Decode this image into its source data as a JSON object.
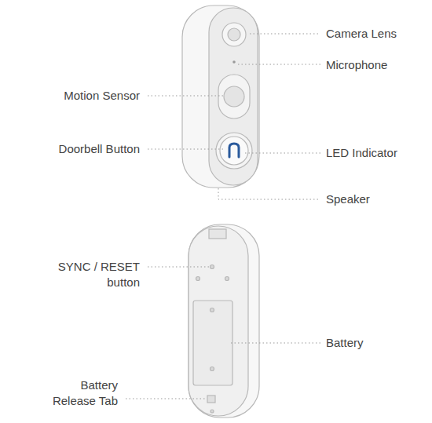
{
  "diagram": {
    "labels": [
      "Camera Lens",
      "Microphone",
      "Motion Sensor",
      "Doorbell Button",
      "LED Indicator",
      "Speaker",
      "SYNC / RESET button",
      "Battery",
      "Battery Release Tab"
    ]
  }
}
